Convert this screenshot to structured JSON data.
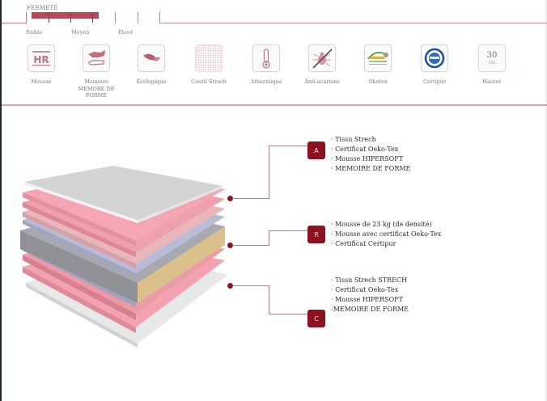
{
  "firmness": {
    "title": "FERMETÉ",
    "scale": [
      "Faible",
      "Moyen",
      "Élevé"
    ],
    "level_color": "#b5495a"
  },
  "features": [
    {
      "icon": "hr-foam-icon",
      "label": "Mousse"
    },
    {
      "icon": "memory-foam-hand-icon",
      "label": "Memoire MEMORE DE FORME"
    },
    {
      "icon": "leaf-icon",
      "label": "Écologique"
    },
    {
      "icon": "fabric-grid-icon",
      "label": "Coutil Strech"
    },
    {
      "icon": "thermometer-icon",
      "label": "Athermique"
    },
    {
      "icon": "no-mites-icon",
      "label": "Anti-acariens"
    },
    {
      "icon": "oekotex-logo-icon",
      "label": "Okotex"
    },
    {
      "icon": "certipur-logo-icon",
      "label": "Certipur"
    },
    {
      "icon": "height-icon",
      "label": "Hauter",
      "value": "30",
      "unit": "cm"
    }
  ],
  "layers": {
    "A": {
      "badge": "A",
      "items": [
        "· Tissu Strech",
        "· Certificat Oeko-Tex",
        "· Mousse HIPERSOFT",
        "· MEMOIRE DE FORME"
      ]
    },
    "B": {
      "badge": "R",
      "items": [
        "· Mousse de 23 kg (de densité)",
        "· Mousse avec certificat Oeko-Tex",
        "· Certificat Certipur"
      ]
    },
    "C": {
      "badge": "C",
      "items": [
        "· Tissu Strech STRECH",
        "· Certificat Oeko-Tex",
        "· Mousse HIPERSOFT",
        "-MEMOIRE DE FORME"
      ]
    }
  },
  "colors": {
    "accent": "#8d121f",
    "connector": "#b07d86",
    "separator": "#c7a9ae"
  }
}
